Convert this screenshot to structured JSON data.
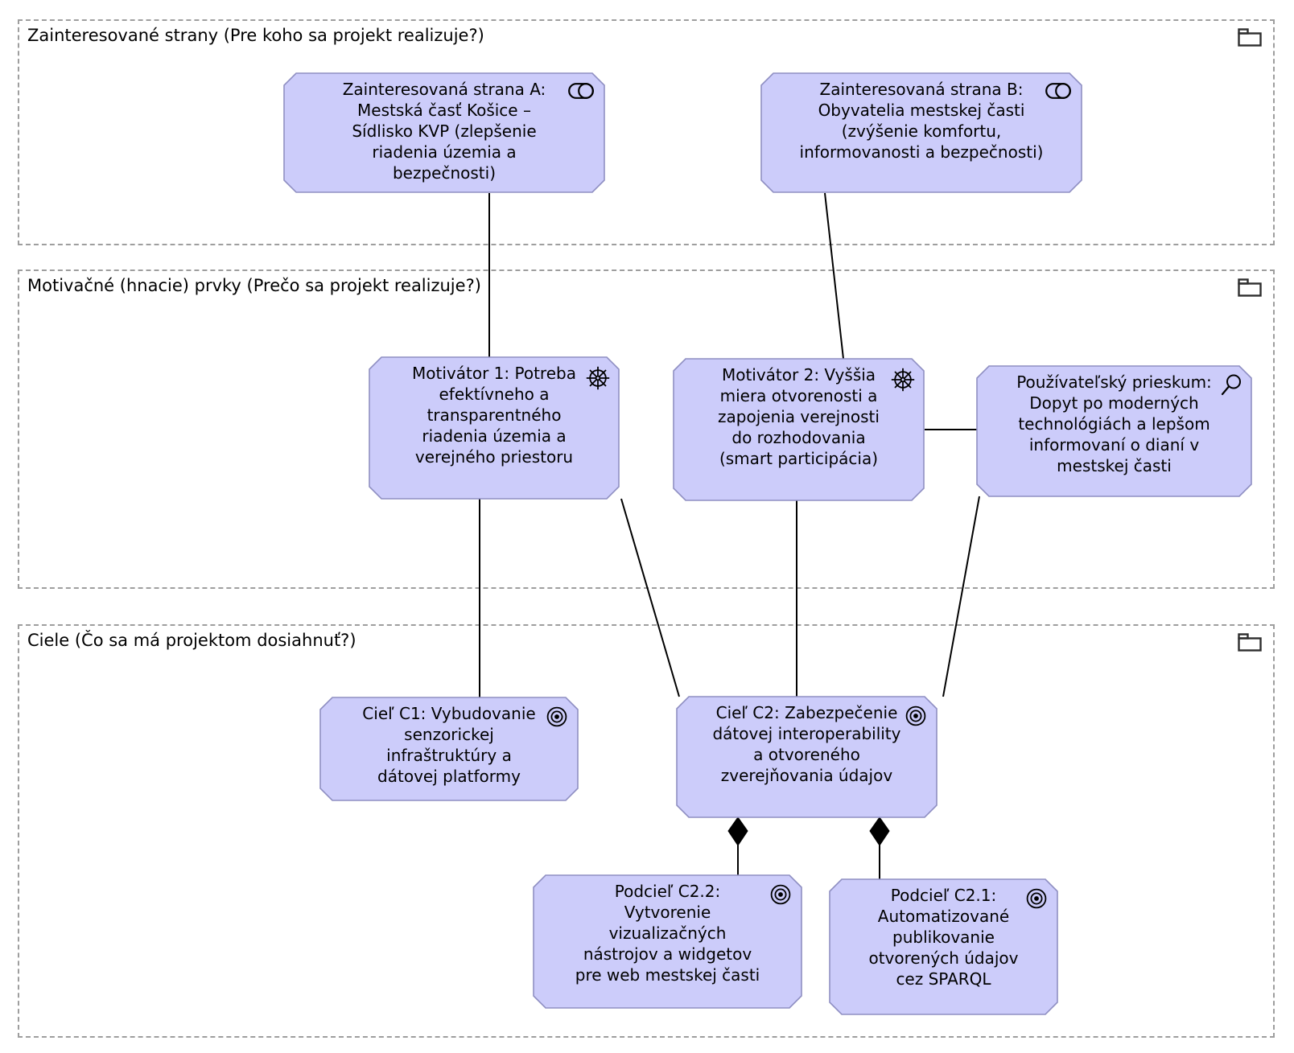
{
  "diagram": {
    "background": "#ffffff",
    "node_fill": "#ccccfa",
    "node_border": "#8f8fc2",
    "connector_color": "#000000",
    "group_border_color": "#9e9e9e"
  },
  "groups": [
    {
      "id": "stakeholders",
      "label": "Zainteresované strany (Pre koho sa projekt realizuje?)",
      "icon": "folder-icon"
    },
    {
      "id": "drivers",
      "label": "Motivačné (hnacie) prvky (Prečo sa projekt realizuje?)",
      "icon": "folder-icon"
    },
    {
      "id": "goals",
      "label": "Ciele (Čo sa má projektom dosiahnuť?)",
      "icon": "folder-icon"
    }
  ],
  "nodes": {
    "stakeholder_a": {
      "label": "Zainteresovaná strana A:\nMestská časť Košice –\nSídlisko KVP (zlepšenie\nriadenia územia a\nbezpečnosti)",
      "icon": "stakeholder-icon"
    },
    "stakeholder_b": {
      "label": "Zainteresovaná strana B:\nObyvatelia mestskej časti\n(zvýšenie komfortu,\ninformovanosti a bezpečnosti)",
      "icon": "stakeholder-icon"
    },
    "motivator_1": {
      "label": "Motivátor 1: Potreba\nefektívneho a\ntransparentného\nriadenia územia a\nverejného priestoru",
      "icon": "driver-icon"
    },
    "motivator_2": {
      "label": "Motivátor 2: Vyššia\nmiera otvorenosti a\nzapojenia verejnosti\ndo rozhodovania\n(smart participácia)",
      "icon": "driver-icon"
    },
    "pouzivatelsky_prieskum": {
      "label": "Používateľský prieskum:\nDopyt po moderných\ntechnológiách a lepšom\ninformovaní o dianí v\nmestskej časti",
      "icon": "magnifier-icon"
    },
    "ciel_c1": {
      "label": "Cieľ C1: Vybudovanie\nsenzorickej\ninfraštruktúry a\ndátovej platformy",
      "icon": "goal-icon"
    },
    "ciel_c2": {
      "label": "Cieľ C2: Zabezpečenie\ndátovej interoperability\na otvoreného\nzverejňovania údajov",
      "icon": "goal-icon"
    },
    "podciel_c2_2": {
      "label": "Podcieľ C2.2:\nVytvorenie\nvizualizačných\nnástrojov a widgetov\npre web mestskej časti",
      "icon": "goal-icon"
    },
    "podciel_c2_1": {
      "label": "Podcieľ C2.1:\nAutomatizované\npublikovanie\notvorených údajov\ncez SPARQL",
      "icon": "goal-icon"
    }
  },
  "connectors": [
    {
      "from": "stakeholder_a",
      "to": "motivator_1",
      "type": "line"
    },
    {
      "from": "stakeholder_b",
      "to": "motivator_2",
      "type": "line"
    },
    {
      "from": "motivator_2",
      "to": "pouzivatelsky_prieskum",
      "type": "line"
    },
    {
      "from": "motivator_1",
      "to": "ciel_c1",
      "type": "line"
    },
    {
      "from": "motivator_1",
      "to": "ciel_c2",
      "type": "line"
    },
    {
      "from": "motivator_2",
      "to": "ciel_c2",
      "type": "line"
    },
    {
      "from": "pouzivatelsky_prieskum",
      "to": "ciel_c2",
      "type": "line"
    },
    {
      "from": "ciel_c2",
      "to": "podciel_c2_2",
      "type": "composition"
    },
    {
      "from": "ciel_c2",
      "to": "podciel_c2_1",
      "type": "composition"
    }
  ]
}
